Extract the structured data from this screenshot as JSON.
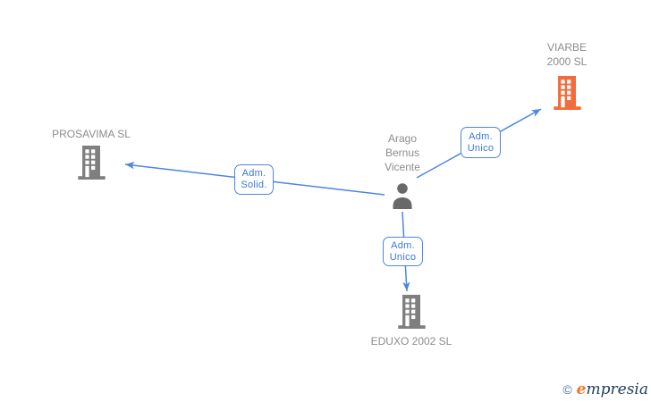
{
  "colors": {
    "edge-blue": "#4d86e0",
    "label-blue": "#3d76d9",
    "node-gray": "#7f7f7f",
    "person-gray": "#696969",
    "company-orange": "#f26c3d",
    "text-gray": "#8c8c8c",
    "brand-navy": "#1e3c5f",
    "brand-orange": "#ee7628",
    "copyright-blue": "#44759d"
  },
  "nodes": {
    "person": {
      "line1": "Arago",
      "line2": "Bernus",
      "line3": "Vicente"
    },
    "viarbe": {
      "line1": "VIARBE",
      "line2": "2000 SL"
    },
    "prosavima": {
      "label": "PROSAVIMA SL"
    },
    "eduxo": {
      "label": "EDUXO 2002 SL"
    }
  },
  "edges": {
    "viarbe": {
      "line1": "Adm.",
      "line2": "Unico"
    },
    "prosavima": {
      "line1": "Adm.",
      "line2": "Solid."
    },
    "eduxo": {
      "line1": "Adm.",
      "line2": "Unico"
    }
  },
  "watermark": {
    "copyright": "©",
    "brand_first": "e",
    "brand_rest": "mpresia"
  }
}
